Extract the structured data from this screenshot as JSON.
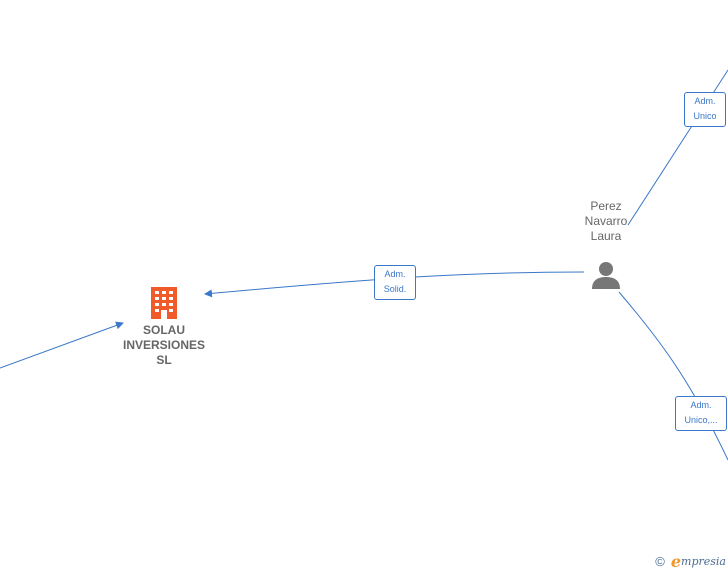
{
  "colors": {
    "edge": "#3a78c9",
    "company_icon": "#f15a29",
    "person_icon": "#777777",
    "text": "#666666",
    "brand_accent": "#f0962d",
    "brand_text": "#4a6b91"
  },
  "nodes": {
    "company": {
      "line1": "SOLAU",
      "line2": "INVERSIONES",
      "line3": "SL",
      "icon": "building-icon"
    },
    "person": {
      "line1": "Perez",
      "line2": "Navarro",
      "line3": "Laura",
      "icon": "person-icon"
    }
  },
  "edges": {
    "adm_solid": {
      "line1": "Adm.",
      "line2": "Solid."
    },
    "adm_unico_top": {
      "line1": "Adm.",
      "line2": "Unico"
    },
    "adm_unico_bottom": {
      "line1": "Adm.",
      "line2": "Unico,..."
    }
  },
  "footer": {
    "copyright_symbol": "©",
    "brand_first": "e",
    "brand_rest": "mpresia"
  }
}
